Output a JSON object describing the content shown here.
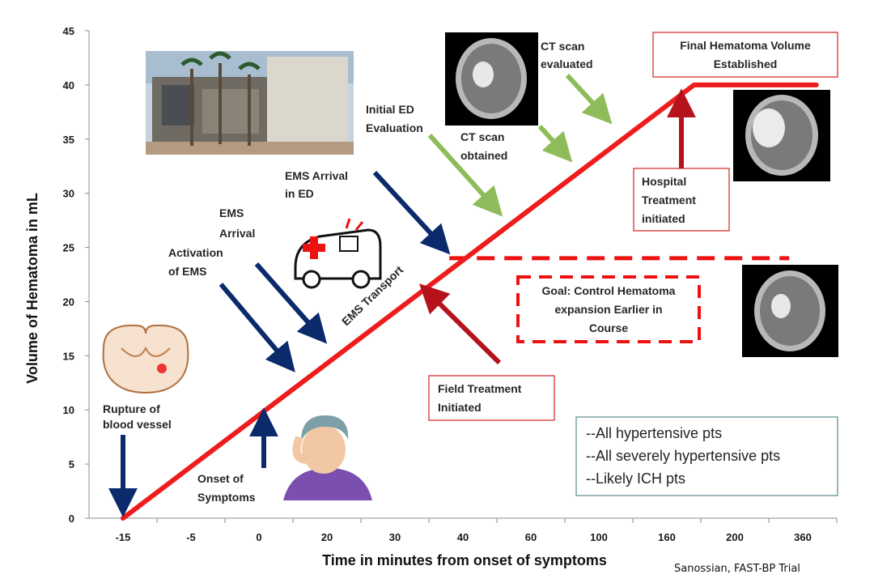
{
  "chart_data": {
    "type": "line",
    "xlabel": "Time in minutes from onset of symptoms",
    "ylabel": "Volume of Hematoma in mL",
    "categories": [
      "-15",
      "-5",
      "0",
      "20",
      "30",
      "40",
      "60",
      "100",
      "160",
      "200",
      "360"
    ],
    "ylim": [
      0,
      45
    ],
    "yticks": [
      0,
      5,
      10,
      15,
      20,
      25,
      30,
      35,
      40,
      45
    ],
    "grid": false,
    "series": [
      {
        "color": "#ee1c1c",
        "points": [
          {
            "x_index": 0.0,
            "y": 0
          },
          {
            "x_index": 8.4,
            "y": 40
          },
          {
            "x_index": 10.2,
            "y": 40
          }
        ]
      }
    ],
    "target_line": {
      "y": 24,
      "from_x_index": 4.8,
      "to_x_index": 9.8,
      "style": "dashed",
      "color": "#e11"
    },
    "annotations": [
      {
        "id": "rupture",
        "lines": [
          "Rupture of",
          "blood vessel"
        ]
      },
      {
        "id": "onset",
        "lines": [
          "Onset  of",
          "Symptoms"
        ]
      },
      {
        "id": "activation",
        "lines": [
          "Activation",
          "of EMS"
        ]
      },
      {
        "id": "ems_arrival",
        "lines": [
          "EMS",
          "Arrival"
        ]
      },
      {
        "id": "ems_arrival_ed",
        "lines": [
          "EMS Arrival",
          "in ED"
        ]
      },
      {
        "id": "initial_ed",
        "lines": [
          "Initial ED",
          "Evaluation"
        ]
      },
      {
        "id": "ct_obtained",
        "lines": [
          "CT scan",
          "obtained"
        ]
      },
      {
        "id": "ct_evaluated",
        "lines": [
          "CT scan",
          "evaluated"
        ]
      },
      {
        "id": "ems_transport",
        "lines": [
          "EMS Transport"
        ]
      }
    ],
    "boxes": [
      {
        "id": "final_volume",
        "lines": [
          "Final Hematoma Volume",
          "Established"
        ],
        "border": "#d42020",
        "style": "solid"
      },
      {
        "id": "hospital_treatment",
        "lines": [
          "Hospital",
          "Treatment",
          "initiated"
        ],
        "border": "#d42020",
        "style": "solid"
      },
      {
        "id": "goal",
        "lines": [
          "Goal:  Control  Hematoma",
          "expansion Earlier in",
          "Course"
        ],
        "border": "#e11",
        "style": "dashed"
      },
      {
        "id": "field_treatment",
        "lines": [
          "Field Treatment",
          "Initiated"
        ],
        "border": "#d42020",
        "style": "solid"
      }
    ],
    "legend_box": {
      "lines": [
        "--All hypertensive pts",
        "--All severely hypertensive pts",
        "--Likely ICH pts"
      ],
      "border": "#5a8a8a"
    }
  },
  "credit": "Sanossian, FAST-BP Trial",
  "colors": {
    "navy": "#0b2a6b",
    "dark_red": "#b5121b",
    "green": "#8fbc5a",
    "red_line": "#ee1c1c"
  },
  "images": [
    "hospital-building-photo",
    "ambulance-icon",
    "brain-section-illustration",
    "woman-headache-illustration",
    "ct-scan-before",
    "ct-scan-after",
    "ct-scan-control"
  ]
}
